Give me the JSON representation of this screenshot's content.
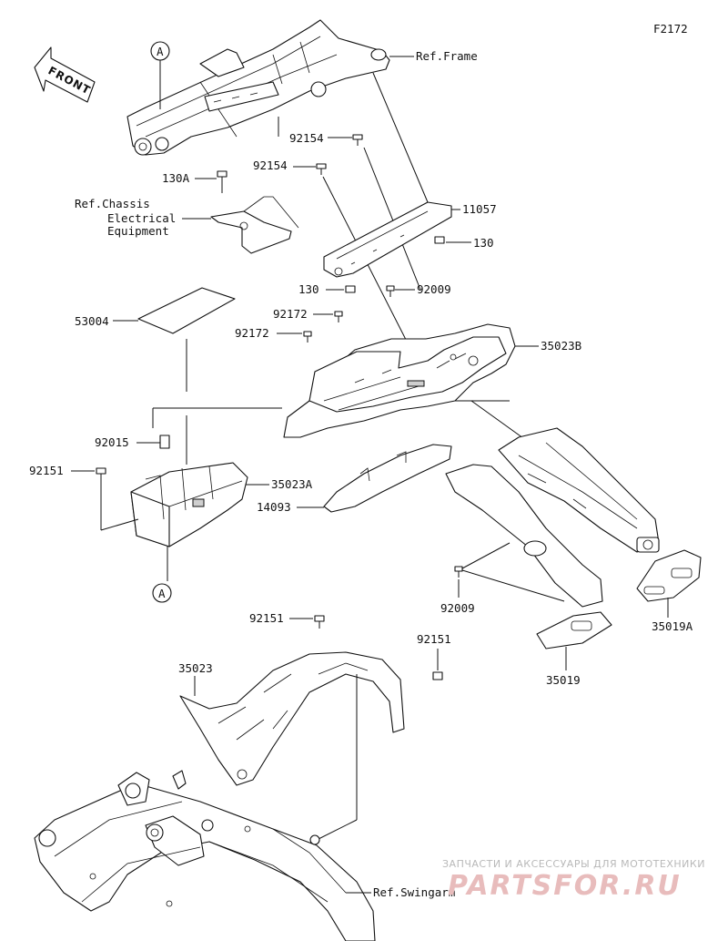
{
  "figure_code": "F2172",
  "front_arrow": "FRONT",
  "callouts": {
    "a_top": "A",
    "a_bottom": "A"
  },
  "labels": {
    "ref_frame": "Ref.Frame",
    "ref_chassis_1": "Ref.Chassis",
    "ref_chassis_2": "Electrical",
    "ref_chassis_3": "Equipment",
    "ref_swingarm": "Ref.Swingarm",
    "p92154_a": "92154",
    "p92154_b": "92154",
    "p130a": "130A",
    "p11057": "11057",
    "p130_right": "130",
    "p130_left": "130",
    "p92009_upper": "92009",
    "p92172_a": "92172",
    "p92172_b": "92172",
    "p53004": "53004",
    "p35023b": "35023B",
    "p92015": "92015",
    "p92151_left": "92151",
    "p35023a": "35023A",
    "p14093": "14093",
    "p92009_lower": "92009",
    "p35019a": "35019A",
    "p35019": "35019",
    "p92151_mid": "92151",
    "p92151_right": "92151",
    "p35023": "35023"
  },
  "watermark": {
    "line1": "ЗАПЧАСТИ И АКСЕССУАРЫ ДЛЯ МОТОТЕХНИКИ",
    "line2": "PARTSFOR.RU"
  }
}
